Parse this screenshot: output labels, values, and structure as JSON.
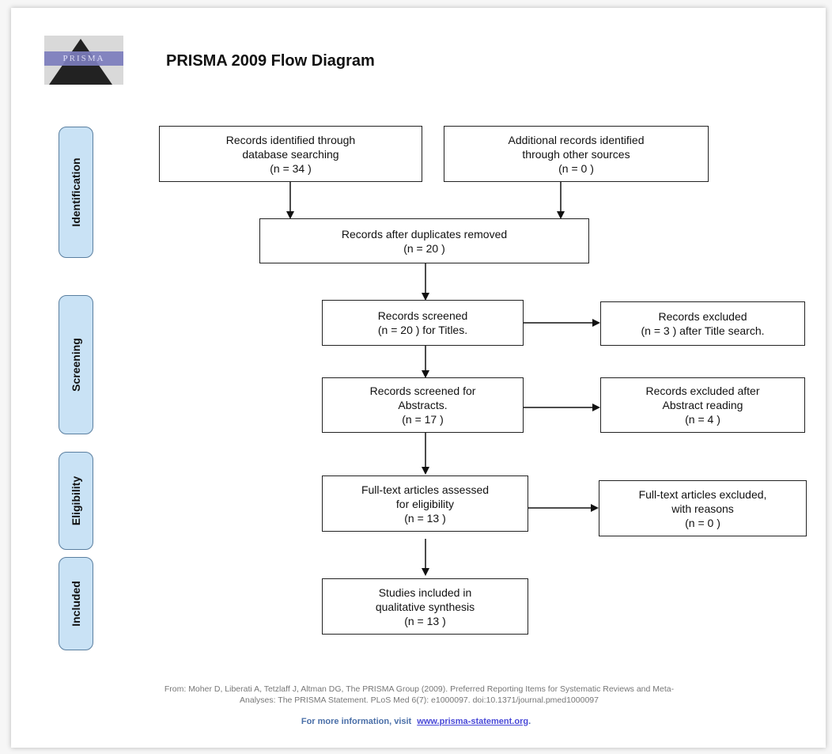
{
  "title": "PRISMA 2009 Flow Diagram",
  "logo_text": "PRISMA",
  "phases": {
    "identification": "Identification",
    "screening": "Screening",
    "eligibility": "Eligibility",
    "included": "Included"
  },
  "boxes": {
    "database": [
      "Records identified through",
      "database searching",
      "(n = 34 )"
    ],
    "other_sources": [
      "Additional records identified",
      "through other sources",
      "(n = 0 )"
    ],
    "duplicates": [
      "Records after duplicates removed",
      "(n = 20 )"
    ],
    "screened_titles": [
      "Records screened",
      "(n = 20 ) for Titles."
    ],
    "excluded_titles": [
      "Records excluded",
      "(n = 3 ) after Title search."
    ],
    "screened_abstracts": [
      "Records screened for",
      "Abstracts.",
      "(n = 17 )"
    ],
    "excluded_abstracts": [
      "Records excluded after",
      "Abstract reading",
      "(n = 4 )"
    ],
    "fulltext_assessed": [
      "Full-text articles assessed",
      "for eligibility",
      "(n = 13 )"
    ],
    "fulltext_excluded": [
      "Full-text articles excluded,",
      "with reasons",
      "(n = 0 )"
    ],
    "included": [
      "Studies included in",
      "qualitative synthesis",
      "(n = 13 )"
    ]
  },
  "footer": {
    "citation_line1": "From: Moher D, Liberati A, Tetzlaff J, Altman DG, The PRISMA Group (2009). Preferred Reporting Items for Systematic Reviews and Meta-",
    "citation_line2": "Analyses: The PRISMA Statement. PLoS Med 6(7): e1000097. doi:10.1371/journal.pmed1000097",
    "info_prefix": "For more information, visit",
    "info_link": "www.prisma-statement.org",
    "info_suffix": "."
  }
}
